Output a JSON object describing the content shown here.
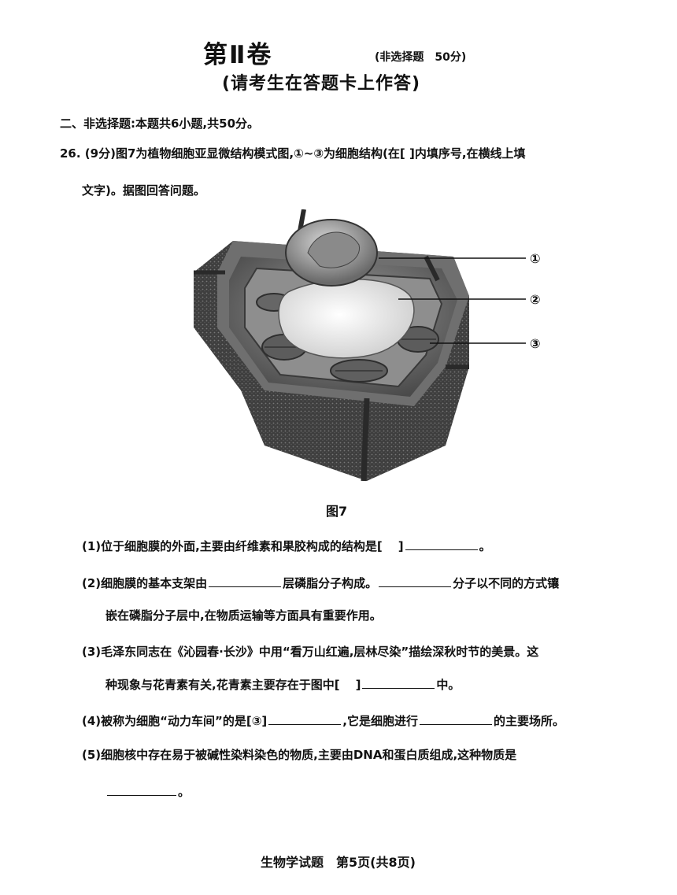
{
  "header": {
    "title": "第Ⅱ卷",
    "title_note": "(非选择题　50分)",
    "subtitle": "(请考生在答题卡上作答)"
  },
  "section": "二、非选择题:本题共6小题,共50分。",
  "question26": {
    "stem_line1": "26. (9分)图7为植物细胞亚显微结构模式图,①~③为细胞结构(在[ ]内填序号,在横线上填",
    "stem_line2": "文字)。据图回答问题。",
    "figure": {
      "caption": "图7",
      "labels": [
        "①",
        "②",
        "③"
      ]
    },
    "q1": {
      "a": "(1)位于细胞膜的外面,主要由纤维素和果胶构成的结构是[",
      "b": "]",
      "c": "。"
    },
    "q2": {
      "a": "(2)细胞膜的基本支架由",
      "b": "层磷脂分子构成。",
      "c": "分子以不同的方式镶",
      "d": "嵌在磷脂分子层中,在物质运输等方面具有重要作用。"
    },
    "q3": {
      "line1": "(3)毛泽东同志在《沁园春·长沙》中用“看万山红遍,层林尽染”描绘深秋时节的美景。这",
      "a": "种现象与花青素有关,花青素主要存在于图中[",
      "b": "]",
      "c": "中。"
    },
    "q4": {
      "a": "(4)被称为细胞“动力车间”的是[③]",
      "b": ",它是细胞进行",
      "c": "的主要场所。"
    },
    "q5": {
      "line1": "(5)细胞核中存在易于被碱性染料染色的物质,主要由DNA和蛋白质组成,这种物质是",
      "end": "。"
    }
  },
  "footer": "生物学试题　第5页(共8页)"
}
